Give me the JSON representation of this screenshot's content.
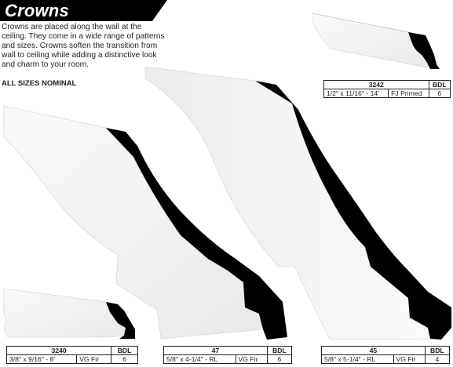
{
  "header": {
    "title": "Crowns"
  },
  "intro": {
    "text": "Crowns are placed along the wall at the ceiling. They come in a wide range of patterns and sizes. Crowns soften the transition from wall to ceiling while adding a distinctive look and charm to your room."
  },
  "note": {
    "text": "ALL SIZES NOMINAL"
  },
  "products": [
    {
      "code": "3242",
      "bdl_label": "BDL",
      "size": "1/2″ x 11/16″ - 14′",
      "material": "FJ Primed",
      "bdl": "6"
    },
    {
      "code": "3240",
      "bdl_label": "BDL",
      "size": "3/8″ x 9/16″ - 8′",
      "material": "VG Fir",
      "bdl": "6"
    },
    {
      "code": "47",
      "bdl_label": "BDL",
      "size": "5/8″ x 4-1/4″ - RL",
      "material": "VG Fir",
      "bdl": "6"
    },
    {
      "code": "45",
      "bdl_label": "BDL",
      "size": "5/8″ x 5-1/4″ - RL",
      "material": "VG Fir",
      "bdl": "4"
    }
  ],
  "colors": {
    "header_bg": "#000000",
    "header_text": "#ffffff",
    "profile_end": "#000000",
    "molding_face": "#f4f4f4"
  }
}
